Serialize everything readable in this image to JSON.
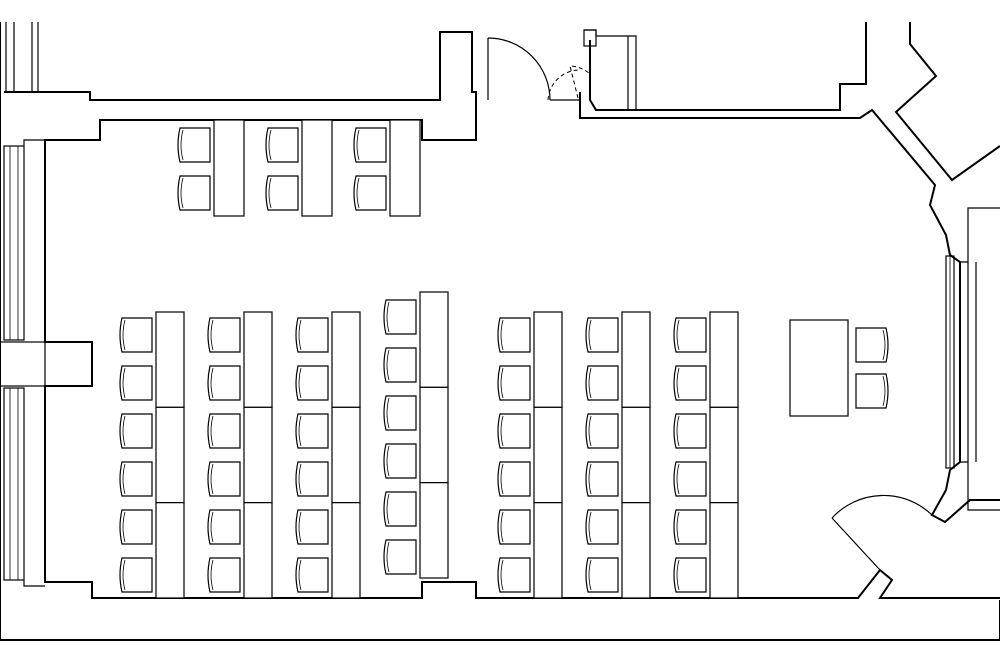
{
  "colors": {
    "line": "#000000",
    "background": "#ffffff"
  },
  "elements": {
    "back_tables": {
      "count": 3,
      "chairs_per_table": 2
    },
    "table_columns": [
      {
        "tables": 3,
        "chairs": 6
      },
      {
        "tables": 3,
        "chairs": 6
      },
      {
        "tables": 3,
        "chairs": 6
      },
      {
        "tables": 3,
        "chairs": 6
      },
      {
        "tables": 3,
        "chairs": 6
      },
      {
        "tables": 3,
        "chairs": 6
      },
      {
        "tables": 3,
        "chairs": 6
      }
    ],
    "instructor_desk": {
      "count": 1,
      "chairs": 2
    },
    "doors": 3,
    "windows": 2
  }
}
